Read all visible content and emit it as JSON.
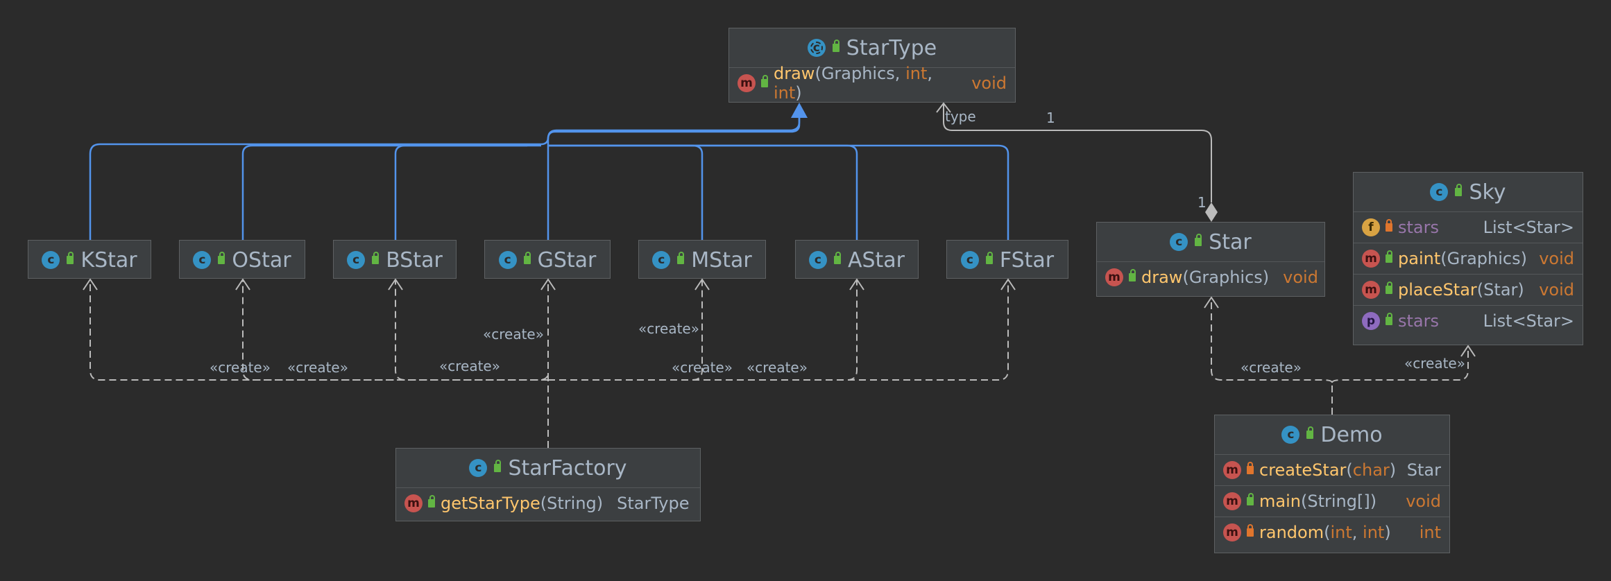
{
  "nodes": {
    "startype": {
      "name": "StarType",
      "rows": [
        {
          "kind": "method",
          "vis": "pub",
          "name": "draw",
          "params": [
            {
              "t": "Graphics",
              "prim": false
            },
            {
              "t": "int",
              "prim": true
            },
            {
              "t": "int",
              "prim": true
            }
          ],
          "ret": "void",
          "retPrim": true
        }
      ]
    },
    "kstar": {
      "name": "KStar"
    },
    "ostar": {
      "name": "OStar"
    },
    "bstar": {
      "name": "BStar"
    },
    "gstar": {
      "name": "GStar"
    },
    "mstar": {
      "name": "MStar"
    },
    "astar": {
      "name": "AStar"
    },
    "fstar": {
      "name": "FStar"
    },
    "star": {
      "name": "Star",
      "rows": [
        {
          "kind": "method",
          "vis": "pub",
          "name": "draw",
          "params": [
            {
              "t": "Graphics",
              "prim": false
            }
          ],
          "ret": "void",
          "retPrim": true
        }
      ]
    },
    "sky": {
      "name": "Sky"
    },
    "starfactory": {
      "name": "StarFactory"
    },
    "demo": {
      "name": "Demo"
    }
  },
  "sky_rows": {
    "field_name": "stars",
    "field_type": "List<Star>",
    "paint_name": "paint",
    "paint_param": "Graphics",
    "paint_ret": "void",
    "place_name": "placeStar",
    "place_param": "Star",
    "place_ret": "void",
    "prop_name": "stars",
    "prop_type": "List<Star>"
  },
  "factory_rows": {
    "name": "getStarType",
    "param": "String",
    "ret": "StarType"
  },
  "demo_rows": {
    "create_name": "createStar",
    "create_param": "char",
    "create_ret": "Star",
    "main_name": "main",
    "main_param": "String[]",
    "main_ret": "void",
    "random_name": "random",
    "random_p1": "int",
    "random_p2": "int",
    "random_ret": "int"
  },
  "labels": {
    "create": "«create»",
    "type": "type",
    "mult_one": "1",
    "mult_one_b": "1"
  },
  "badge_letters": {
    "class": "c",
    "method": "m",
    "field": "f",
    "prop": "p"
  },
  "colors": {
    "background": "#2b2b2b",
    "node": "#3c3f41",
    "inherit": "#5394ec",
    "dependency": "#bbbbbb",
    "method_name": "#ffc66d",
    "keyword": "#cc7832"
  }
}
